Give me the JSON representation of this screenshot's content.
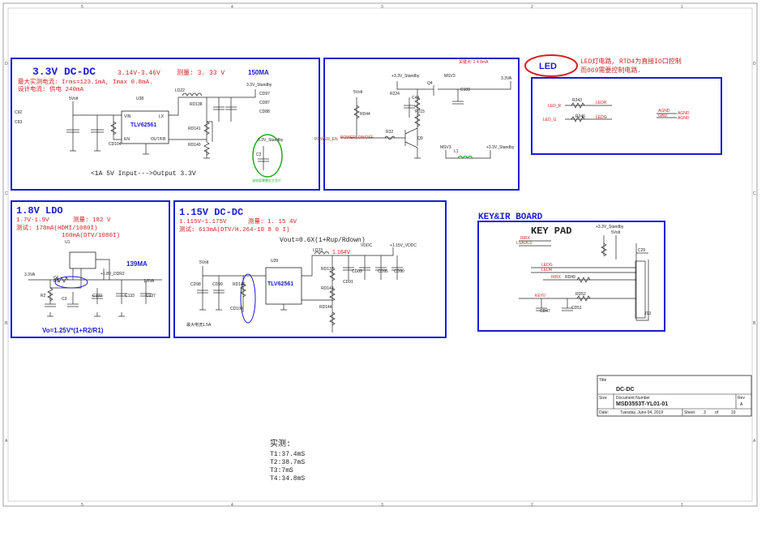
{
  "border": {
    "top_marks": [
      "5",
      "4",
      "3",
      "2",
      "1"
    ],
    "side_marks": [
      "D",
      "C",
      "B",
      "A"
    ]
  },
  "block_33": {
    "title": "3.3V DC-DC",
    "range": "3.14V-3.46V",
    "measured": "测量: 3. 33 V",
    "load": "150MA",
    "note1": "最大实测电流: Irms=123.1mA, Imax 0.8mA.",
    "note2": "设计电流: 供电 240mA",
    "chip_ref": "U38",
    "chip_name": "TLV62561",
    "pins": [
      "VIN",
      "LX",
      "EN",
      "OUT/FB"
    ],
    "labels": [
      "5Volt",
      "LD22",
      "RD138",
      "RD141",
      "RD140",
      "C92",
      "C93",
      "CD104",
      "3.3V_Standby",
      "CD97",
      "CD87",
      "CD88",
      "C2",
      "3.3V_Standby"
    ],
    "footer": "<1A 5V Input--->Output 3.3V",
    "green_note": "该电容需靠近主芯片"
  },
  "block_pwr": {
    "header": "关键点: 2 4 8mA",
    "labels": [
      "+3.3V_Standby",
      "Q4",
      "MSV3",
      "3.3VA",
      "5Volt",
      "R224",
      "C48",
      "C109",
      "RD44",
      "R215",
      "POWER_ON/OFF",
      "R32",
      "Q9",
      "MSV3",
      "L1",
      "+3.3V_Standby",
      "POWER_EN"
    ]
  },
  "led": {
    "badge": "LED",
    "note1": "LED灯电路, RTD4为直接IO口控制",
    "note2": "而069需要控制电路.",
    "labels": [
      "R243",
      "LED_R",
      "LEDR",
      "LED_G",
      "R246",
      "LEDG",
      "AGND",
      "GND",
      "AGND",
      "AGND"
    ]
  },
  "block_18": {
    "title": "1.8V LDO",
    "range": "1.7V-1.9V",
    "measured": "测量: 182 V",
    "current": "测试: 178mA(HDMI/1080I)",
    "current2": "160mA(DTV/1080I)",
    "load": "139MA",
    "labels": [
      "U1",
      "3.3VA",
      "R1",
      "R2",
      "C1",
      "C3",
      "C132",
      "+1.8V_DDR2",
      "C133",
      "C137",
      "1.8VA"
    ],
    "formula": "Vo=1.25V*(1+R2/R1)"
  },
  "block_115": {
    "title": "1.15V DC-DC",
    "range": "1.115V~1.175V",
    "measured": "测量: 1. 15 4V",
    "current": "测试: 613mA(DTV/H.264-10 8 0 I)",
    "formula": "Vout=0.6X(1+Rup/Rdown)",
    "chip_ref": "U39",
    "chip_name": "TLV62561",
    "labels": [
      "5Volt",
      "CD98",
      "CD99",
      "RD146",
      "CD100",
      "LD23",
      "RD137",
      "RD143",
      "RD144",
      "VDDC",
      "CD89",
      "CD90",
      "CD95",
      "+1.15V_VDDC",
      "CD91",
      "1.164V"
    ],
    "note": "最大电流1.5A"
  },
  "keypad": {
    "title1": "KEY&IR BOARD",
    "title2": "KEY PAD",
    "labels": [
      "IRRX",
      "LSADC0",
      "LEDG",
      "LEDR",
      "IRRX",
      "KEY0",
      "CD47",
      "CD51",
      "RD49",
      "RD52",
      "J13",
      "C29",
      "5Volt",
      "+3.3V_Standby"
    ]
  },
  "title_block": {
    "title_label": "Title",
    "title": "DC-DC",
    "size_label": "Size",
    "doc_label": "Document Number",
    "doc": "MSD3553T-YL01-01",
    "rev_label": "Rev",
    "rev": "A",
    "date_label": "Date:",
    "date": "Tuesday, June 04, 2019",
    "sheet_label": "Sheet",
    "sheet": "3",
    "of_label": "of",
    "of": "10"
  },
  "timing": {
    "title": "实测:",
    "lines": [
      "T1:37.4mS",
      "T2:38.7mS",
      "T3:7mS",
      "T4:34.8mS"
    ]
  }
}
